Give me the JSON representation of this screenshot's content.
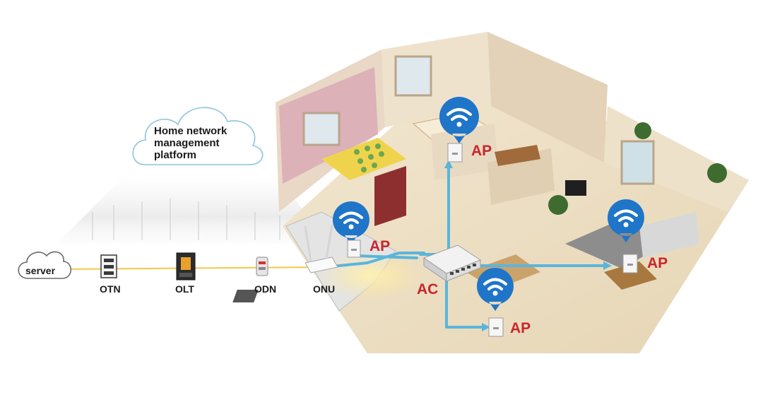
{
  "cloud": {
    "line1": "Home network",
    "line2": "management",
    "line3": "platform"
  },
  "chain": {
    "server": "server",
    "otn": "OTN",
    "olt": "OLT",
    "odn": "ODN",
    "onu": "ONU"
  },
  "devices": {
    "ac": "AC",
    "ap_bedroom": "AP",
    "ap_entry": "AP",
    "ap_living": "AP",
    "ap_bottom": "AP"
  },
  "colors": {
    "label_red": "#c8262b",
    "link_blue": "#5ab5dc",
    "fiber_yellow": "#f2c84b",
    "wifi_blue": "#1f75c8",
    "cloud_stroke": "#8ec4de"
  },
  "icons": [
    "cloud-icon",
    "otn-icon",
    "olt-icon",
    "odn-icon",
    "onu-router-icon",
    "ac-switch-icon",
    "wifi-pin-icon",
    "ap-panel-icon"
  ]
}
